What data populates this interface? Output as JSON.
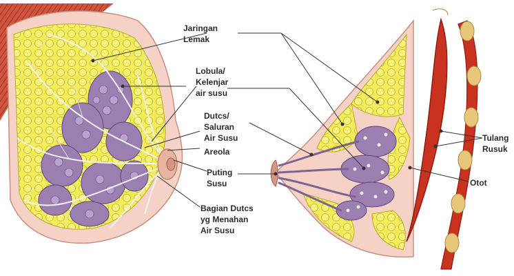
{
  "labels": {
    "jaringan_lemak": [
      "Jaringan",
      "Lemak"
    ],
    "lobula": [
      "Lobula/",
      "Kelenjar",
      "air susu"
    ],
    "dutcs": [
      "Dutcs/",
      "Saluran",
      "Air Susu"
    ],
    "areola": [
      "Areola"
    ],
    "puting": [
      "Puting",
      "Susu"
    ],
    "bagian": [
      "Bagian Dutcs",
      "yg Menahan",
      "Air Susu"
    ],
    "tulang": [
      "Tulang",
      "Rusuk"
    ],
    "otot": [
      "Otot"
    ]
  },
  "colors": {
    "skin": "#f6d2c6",
    "skin_edge": "#c98f7e",
    "fat": "#f3ec5a",
    "fat_edge": "#b9a92a",
    "lobule": "#9a7fb0",
    "lobule_edge": "#5e4678",
    "duct": "#c9c6d2",
    "muscle": "#c8321f",
    "muscle_dark": "#8e1d12",
    "rib": "#e9c77a",
    "leader": "#333333"
  }
}
